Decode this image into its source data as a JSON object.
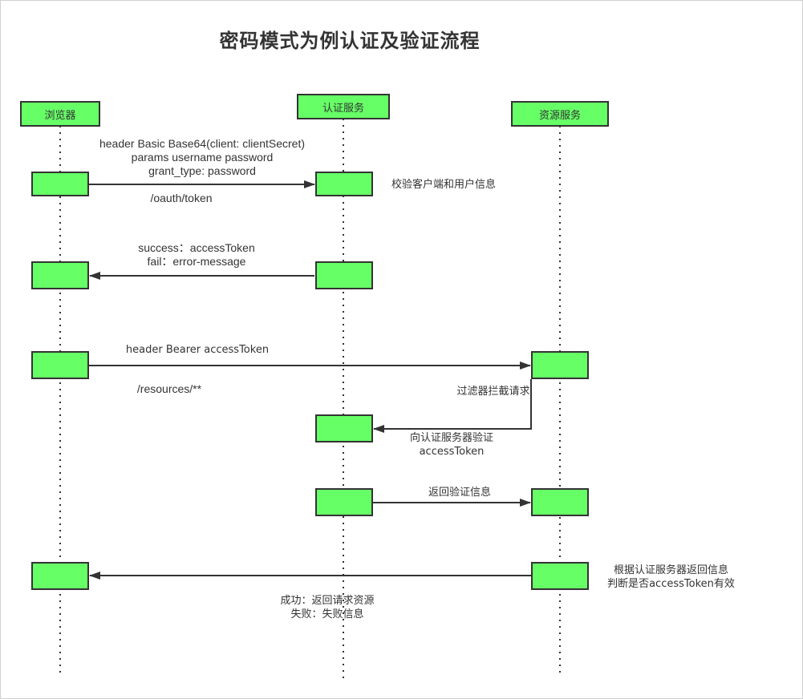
{
  "title": "密码模式为例认证及验证流程",
  "actors": {
    "browser": "浏览器",
    "auth": "认证服务",
    "resource": "资源服务"
  },
  "messages": {
    "token_req_line1": "header Basic Base64(client: clientSecret)",
    "token_req_line2": "params username  password",
    "token_req_line3": "grant_type: password",
    "token_req_path": "/oauth/token",
    "verify_note": "校验客户端和用户信息",
    "token_resp_line1": "success：accessToken",
    "token_resp_line2": "fail：error-message",
    "resource_req_header": "header Bearer accessToken",
    "resource_req_path": "/resources/**",
    "filter_note": "过滤器拦截请求",
    "auth_verify_line1": "向认证服务器验证",
    "auth_verify_line2": "accessToken",
    "auth_return": "返回验证信息",
    "judge_line1": "根据认证服务器返回信息",
    "judge_line2": "判断是否accessToken有效",
    "result_line1": "成功：返回请求资源",
    "result_line2": "失败：失败信息"
  }
}
